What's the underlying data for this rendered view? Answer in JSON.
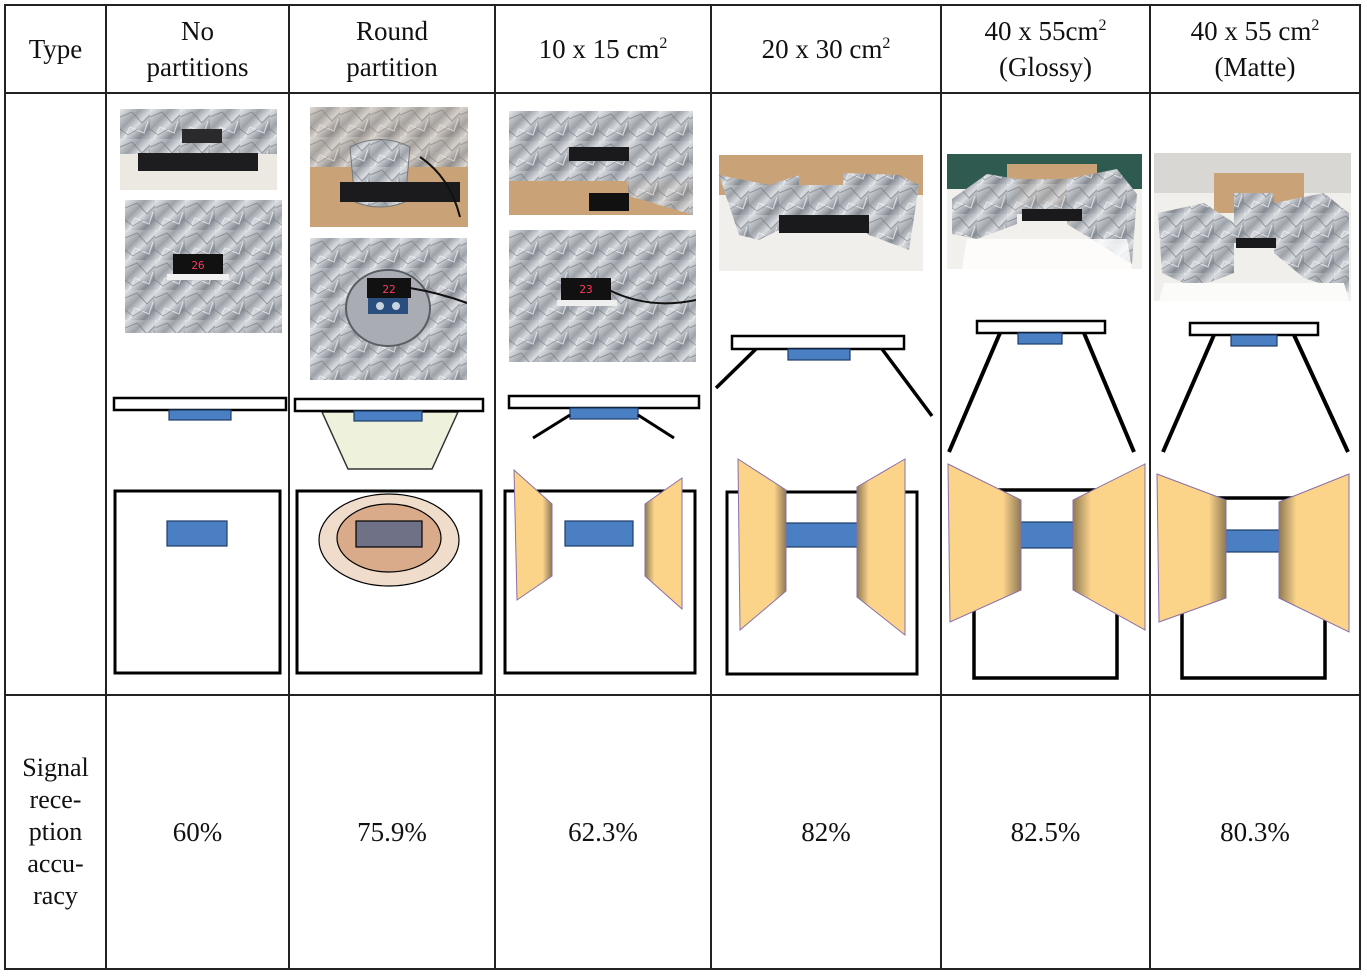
{
  "table": {
    "header_type": "Type",
    "row_label_line1": "Signal",
    "row_label_line2": "rece-",
    "row_label_line3": "ption",
    "row_label_line4": "accu-",
    "row_label_line5": "racy",
    "columns": [
      {
        "line1": "No",
        "line2": "partitions",
        "accuracy": "60%"
      },
      {
        "line1": "Round",
        "line2": "partition",
        "accuracy": "75.9%"
      },
      {
        "line1": "10 x 15 cm",
        "sup": "2",
        "accuracy": "62.3%"
      },
      {
        "line1": "20 x 30 cm",
        "sup": "2",
        "accuracy": "82%"
      },
      {
        "line1": "40 x 55cm",
        "sup": "2",
        "line2": "(Glossy)",
        "accuracy": "82.5%"
      },
      {
        "line1": "40 x 55 cm",
        "sup": "2",
        "line2": "(Matte)",
        "accuracy": "80.3%"
      }
    ]
  },
  "colors": {
    "sensor_blue": "#4a7fc4",
    "partition_tan": "#fbd48a",
    "round_outer": "#f0dccb",
    "round_inner": "#d9ab8b",
    "funnel_fill": "#eef2dc",
    "foil_light": "#c9ccd1",
    "foil_dark": "#7e838b",
    "cardboard": "#c9a277"
  }
}
